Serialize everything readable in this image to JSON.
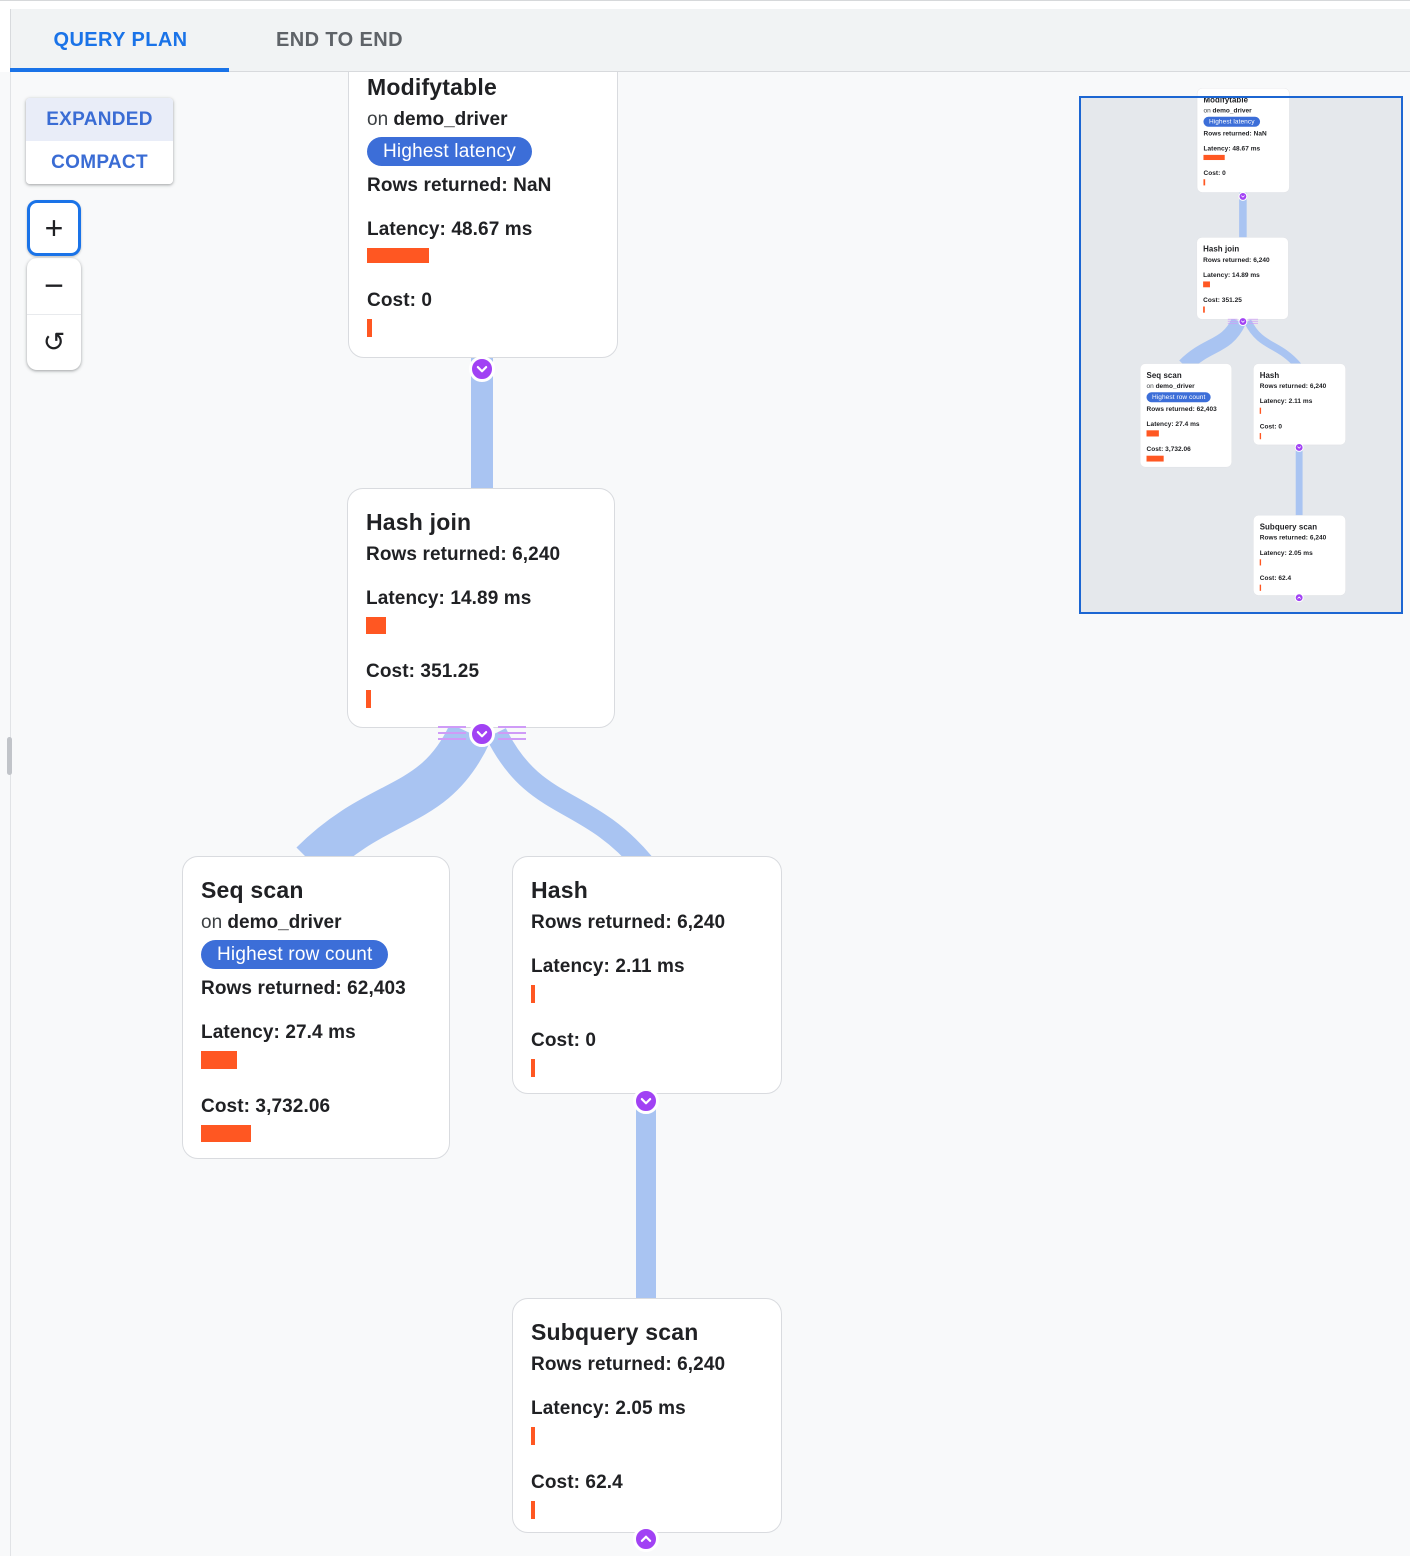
{
  "header": {
    "tabs": [
      {
        "label": "QUERY PLAN",
        "active": true
      },
      {
        "label": "END TO END",
        "active": false
      }
    ]
  },
  "controls": {
    "expanded_label": "EXPANDED",
    "compact_label": "COMPACT",
    "zoom_in_label": "+",
    "zoom_out_label": "−",
    "reset_label": "↺"
  },
  "colors": {
    "accent_blue": "#1a73e8",
    "badge_blue": "#3c6ed8",
    "bar_orange": "#ff5722",
    "connector_purple": "#a142f4",
    "edge_blue": "#a9c4f2"
  },
  "diagram": {
    "nodes": [
      {
        "title": "Modifytable",
        "on": "on",
        "table": "demo_driver",
        "badge": "Highest latency",
        "rows": "Rows returned: NaN",
        "latency": "Latency: 48.67 ms",
        "cost": "Cost: 0",
        "bars": {
          "latency": {
            "w": 62,
            "h": 15
          },
          "cost": {
            "w": 5,
            "h": 18
          }
        }
      },
      {
        "title": "Hash join",
        "rows": "Rows returned: 6,240",
        "latency": "Latency: 14.89 ms",
        "cost": "Cost: 351.25",
        "bars": {
          "latency": {
            "w": 20,
            "h": 17
          },
          "cost": {
            "w": 5,
            "h": 18
          }
        }
      },
      {
        "title": "Seq scan",
        "on": "on",
        "table": "demo_driver",
        "badge": "Highest row count",
        "rows": "Rows returned: 62,403",
        "latency": "Latency: 27.4 ms",
        "cost": "Cost: 3,732.06",
        "bars": {
          "latency": {
            "w": 36,
            "h": 18
          },
          "cost": {
            "w": 50,
            "h": 17
          }
        }
      },
      {
        "title": "Hash",
        "rows": "Rows returned: 6,240",
        "latency": "Latency: 2.11 ms",
        "cost": "Cost: 0",
        "bars": {
          "latency": {
            "w": 4,
            "h": 18
          },
          "cost": {
            "w": 4,
            "h": 18
          }
        }
      },
      {
        "title": "Subquery scan",
        "rows": "Rows returned: 6,240",
        "latency": "Latency: 2.05 ms",
        "cost": "Cost: 62.4",
        "bars": {
          "latency": {
            "w": 4,
            "h": 18
          },
          "cost": {
            "w": 4,
            "h": 18
          }
        }
      }
    ]
  }
}
